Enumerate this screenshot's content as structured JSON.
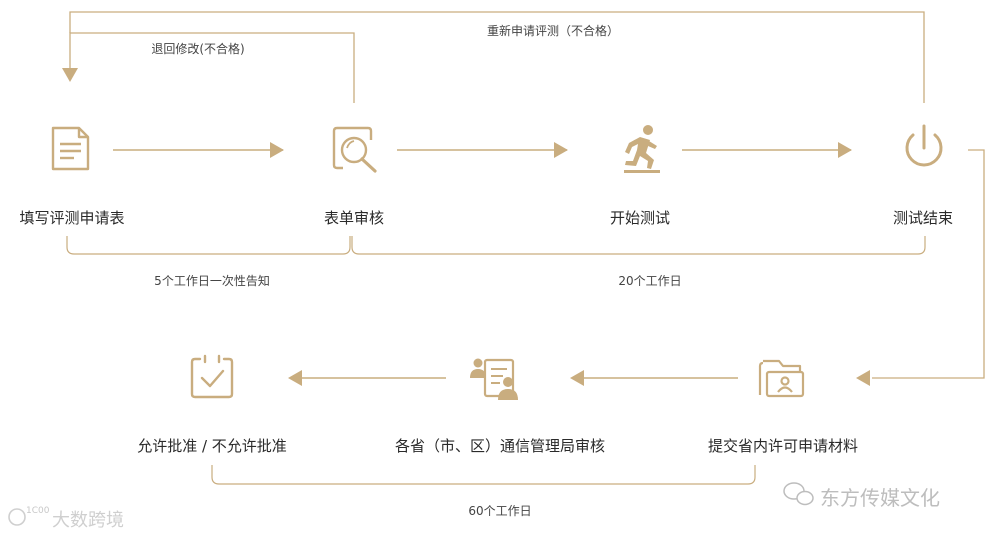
{
  "colors": {
    "accent": "#c9ad7f",
    "accent_dark": "#b7965f",
    "text": "#2a2a2a",
    "watermark": "#c8c8c8"
  },
  "flow_top": {
    "steps": [
      {
        "label": "填写评测申请表",
        "icon": "document-icon"
      },
      {
        "label": "表单审核",
        "icon": "magnifier-icon"
      },
      {
        "label": "开始测试",
        "icon": "runner-icon"
      },
      {
        "label": "测试结束",
        "icon": "power-icon"
      }
    ],
    "loop_back_return": "退回修改(不合格)",
    "loop_back_retest": "重新申请评测（不合格）",
    "duration_1": "5个工作日一次性告知",
    "duration_2": "20个工作日"
  },
  "flow_bottom": {
    "steps": [
      {
        "label": "提交省内许可申请材料",
        "icon": "folder-user-icon"
      },
      {
        "label": "各省（市、区）通信管理局审核",
        "icon": "reviewer-icon"
      },
      {
        "label": "允许批准 / 不允许批准",
        "icon": "approval-check-icon"
      }
    ],
    "duration": "60个工作日"
  },
  "watermarks": {
    "left": "大数跨境",
    "left_mark": "1C00",
    "right": "东方传媒文化"
  }
}
